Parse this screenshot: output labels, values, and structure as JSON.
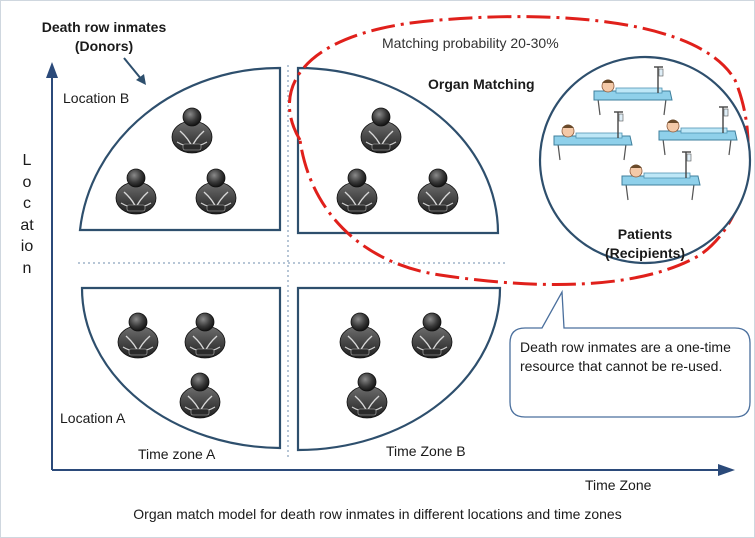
{
  "donors": {
    "title": "Death row inmates (Donors)"
  },
  "quadrants": {
    "location_b": "Location B",
    "location_a": "Location A",
    "time_zone_a": "Time zone A",
    "time_zone_b": "Time Zone B"
  },
  "axes": {
    "x_label": "Time Zone",
    "y_label": "Location"
  },
  "matching": {
    "probability": "Matching probability 20-30%",
    "title": "Organ Matching"
  },
  "patients": {
    "title": "Patients (Recipients)"
  },
  "callout": {
    "text": "Death row inmates are a one-time resource that cannot be re-used."
  },
  "caption": "Organ match model for death row inmates in different locations and time zones",
  "colors": {
    "outline": "#2e4f6d",
    "axis": "#2b4a7a",
    "highlight": "#e0201b",
    "callout_border": "#4a6f9d"
  }
}
